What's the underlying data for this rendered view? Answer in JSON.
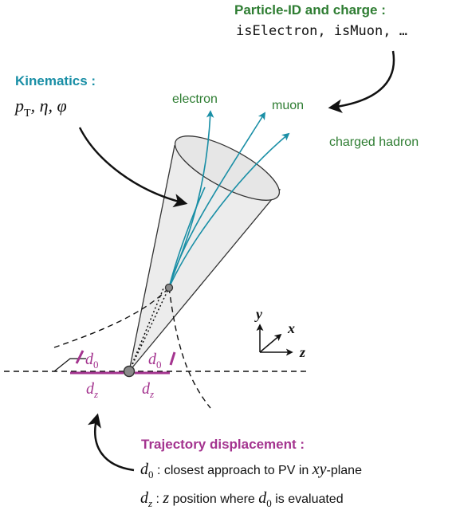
{
  "particle_id": {
    "heading": "Particle-ID and charge :",
    "flags": "isElectron, isMuon, …"
  },
  "kinematics": {
    "heading": "Kinematics :",
    "variables": "p_T, η, φ",
    "pt_symbol": "p",
    "pt_subscript": "T",
    "eta_phi": ", η, φ"
  },
  "particles": {
    "electron": "electron",
    "muon": "muon",
    "charged_hadron": "charged hadron"
  },
  "axes": {
    "y": "y",
    "x": "x",
    "z": "z"
  },
  "displacement_marks": {
    "d0_symbol": "d",
    "d0_subscript": "0",
    "dz_symbol": "d",
    "dz_subscript": "z"
  },
  "trajectory": {
    "heading": "Trajectory displacement :",
    "d0_definition": {
      "symbol": "d",
      "subscript": "0",
      "text_before": " : closest approach to PV in ",
      "plane": "xy",
      "text_after": "-plane"
    },
    "dz_definition": {
      "symbol": "d",
      "subscript": "z",
      "colon": " : ",
      "var": "z",
      "text_mid": " position where ",
      "d0_symbol": "d",
      "d0_subscript": "0",
      "text_after": " is evaluated"
    }
  },
  "colors": {
    "green": "#2e7d32",
    "teal": "#1a8fa6",
    "purple": "#a4348f",
    "cone_fill": "#ececec",
    "vertex_fill": "#8a8a8a"
  }
}
